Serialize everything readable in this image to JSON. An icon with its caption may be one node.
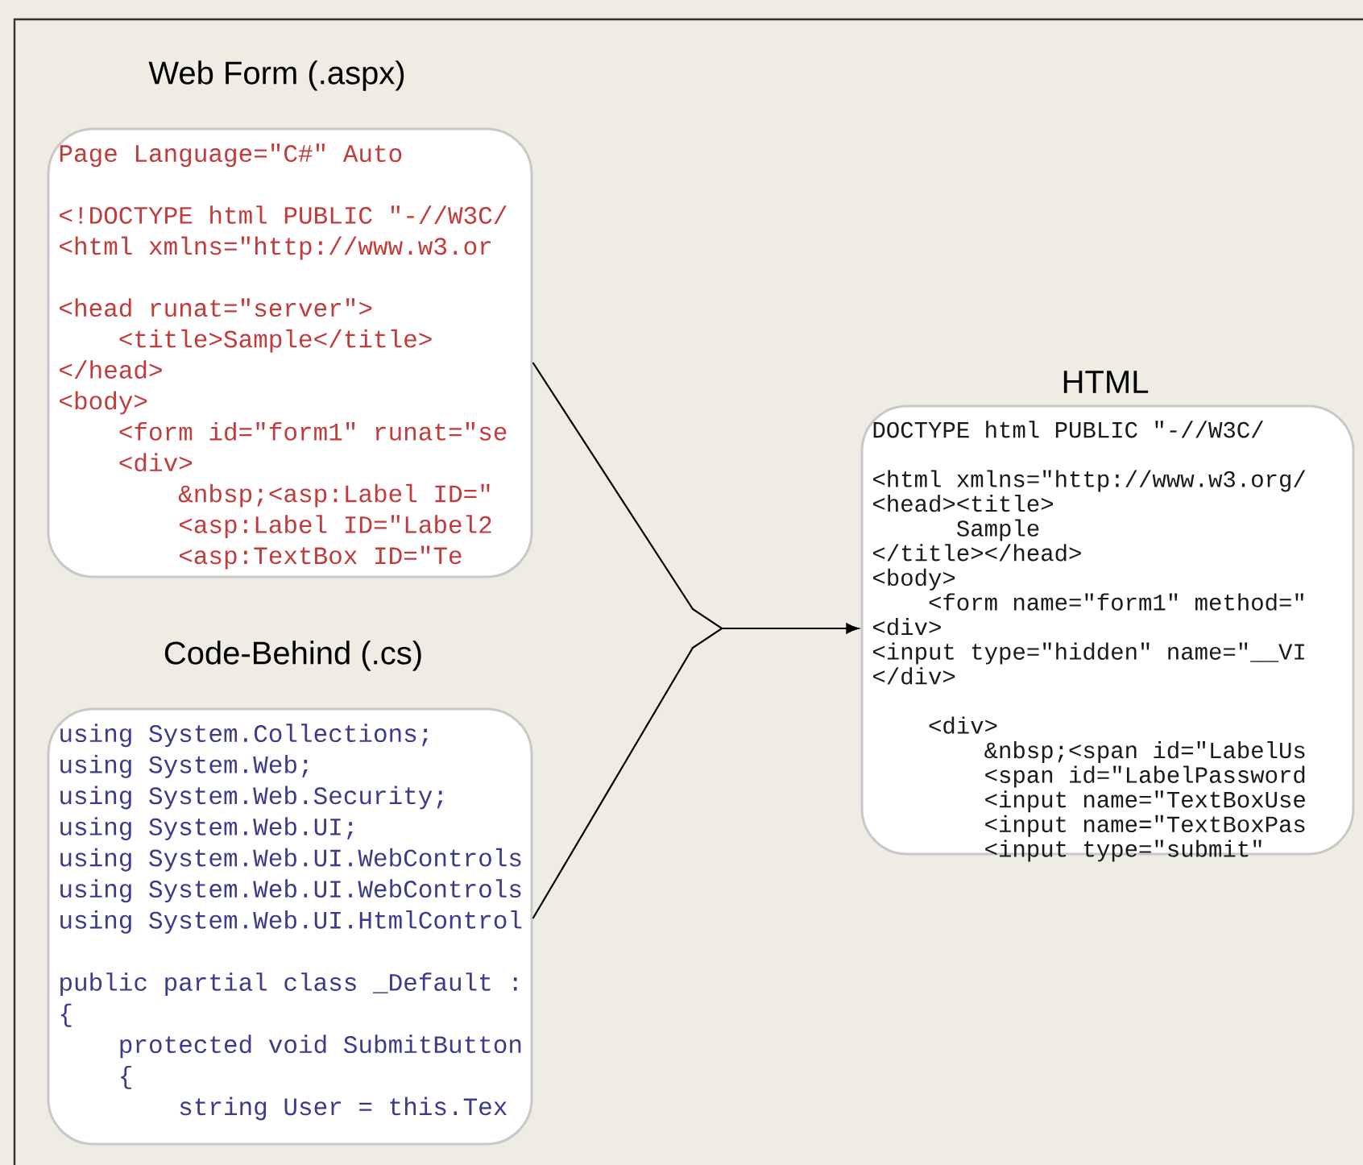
{
  "diagram": {
    "nodes": [
      {
        "text": [
          "Web Form (.aspx)",
          "Page Language=\"C#\" Auto",
          "<!DOCTYPE html PUBLIC \"-//W3C/",
          "<html xmlns=\"http://www.w3.or",
          "<head runat=\"server\">",
          "<title>Sample</title>",
          "</head>",
          "<body>",
          "<form id=\"form1\" runat=\"se",
          "<div>",
          "&nbsp;<asp:Label ID=\"",
          "<asp:Label ID=\"Label2",
          "<asp:TextBox ID=\"Te"
        ]
      },
      {
        "text": [
          "Code-Behind (.cs)",
          "using System.Collections;",
          "using System.Web;",
          "using System.Web.Security;",
          "using System.Web.UI;",
          "using System.Web.UI.WebControls",
          "using System.Web.UI.WebControls",
          "using System.Web.UI.HtmlControl",
          "public partial class _Default :",
          "{",
          "protected void SubmitButton",
          "{",
          "string User = this.Tex"
        ]
      },
      {
        "text": [
          "HTML",
          "DOCTYPE html PUBLIC \"-//W3C/",
          "<html xmlns=\"http://www.w3.org/",
          "<head><title>",
          "Sample",
          "</title></head>",
          "<body>",
          "<form name=\"form1\" method=\"",
          "<div>",
          "<input type=\"hidden\" name=\"__VI",
          "</div>",
          "<div>",
          "&nbsp;<span id=\"LabelUs",
          "<span id=\"LabelPassword",
          "<input name=\"TextBoxUse",
          "<input name=\"TextBoxPas",
          "<input type=\"submit\""
        ]
      }
    ],
    "edges": [
      {
        "from": 0,
        "to": 2,
        "arrow": "to"
      },
      {
        "from": 1,
        "to": 2,
        "arrow": "to"
      }
    ]
  }
}
